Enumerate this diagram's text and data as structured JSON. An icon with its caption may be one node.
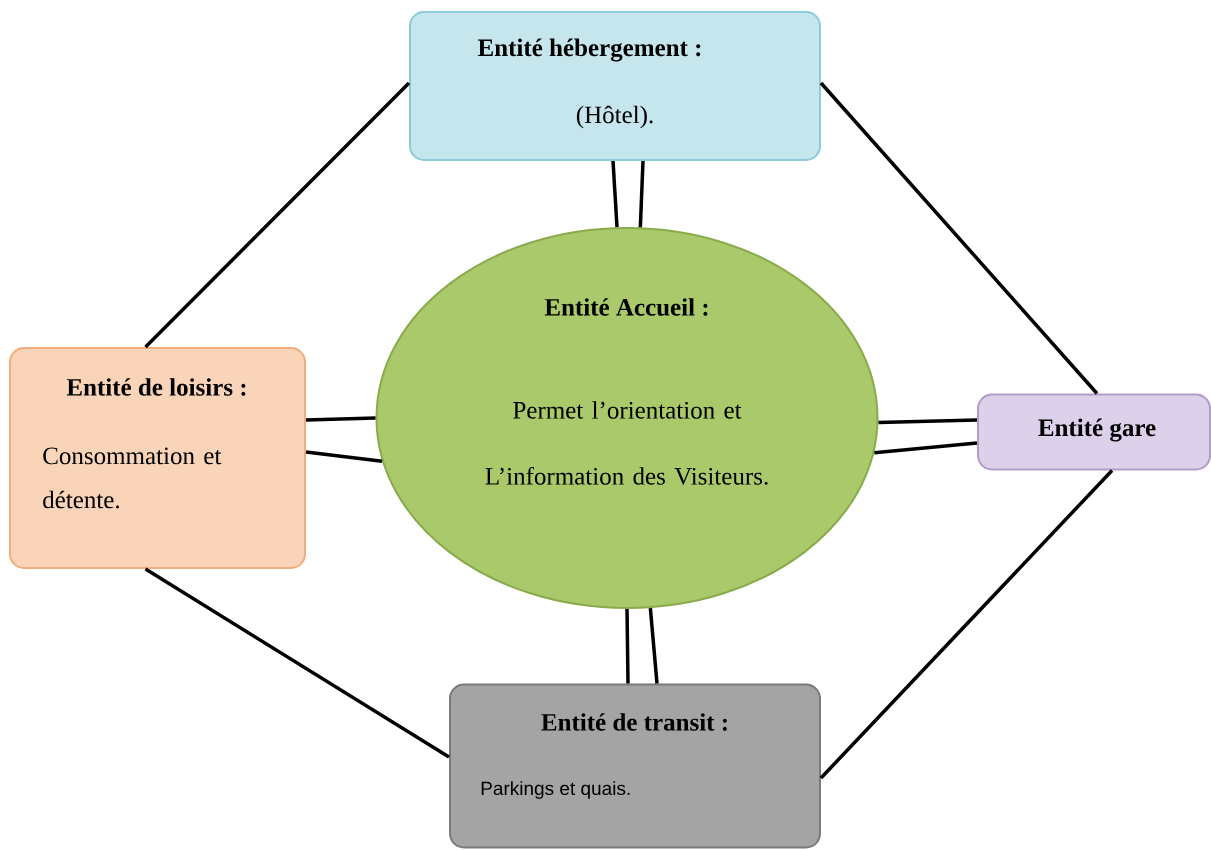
{
  "diagram": {
    "nodes": [
      {
        "text": [
          "Entité hébergement :",
          "(Hôtel)."
        ]
      },
      {
        "text": [
          "Entité de loisirs :",
          "Consommation et détente."
        ]
      },
      {
        "text": [
          "Entité Accueil :",
          "Permet l’orientation et L’information des Visiteurs."
        ]
      },
      {
        "text": [
          "Entité gare"
        ]
      },
      {
        "text": [
          "Entité de transit :",
          "Parkings et quais."
        ]
      }
    ],
    "edges": [
      {
        "from": 0,
        "to": 2,
        "arrow": "none"
      },
      {
        "from": 0,
        "to": 2,
        "arrow": "none"
      },
      {
        "from": 1,
        "to": 2,
        "arrow": "none"
      },
      {
        "from": 1,
        "to": 2,
        "arrow": "none"
      },
      {
        "from": 3,
        "to": 2,
        "arrow": "none"
      },
      {
        "from": 3,
        "to": 2,
        "arrow": "none"
      },
      {
        "from": 4,
        "to": 2,
        "arrow": "none"
      },
      {
        "from": 4,
        "to": 2,
        "arrow": "none"
      },
      {
        "from": 0,
        "to": 1,
        "arrow": "none"
      },
      {
        "from": 0,
        "to": 3,
        "arrow": "none"
      },
      {
        "from": 1,
        "to": 4,
        "arrow": "none"
      },
      {
        "from": 3,
        "to": 4,
        "arrow": "none"
      }
    ]
  }
}
